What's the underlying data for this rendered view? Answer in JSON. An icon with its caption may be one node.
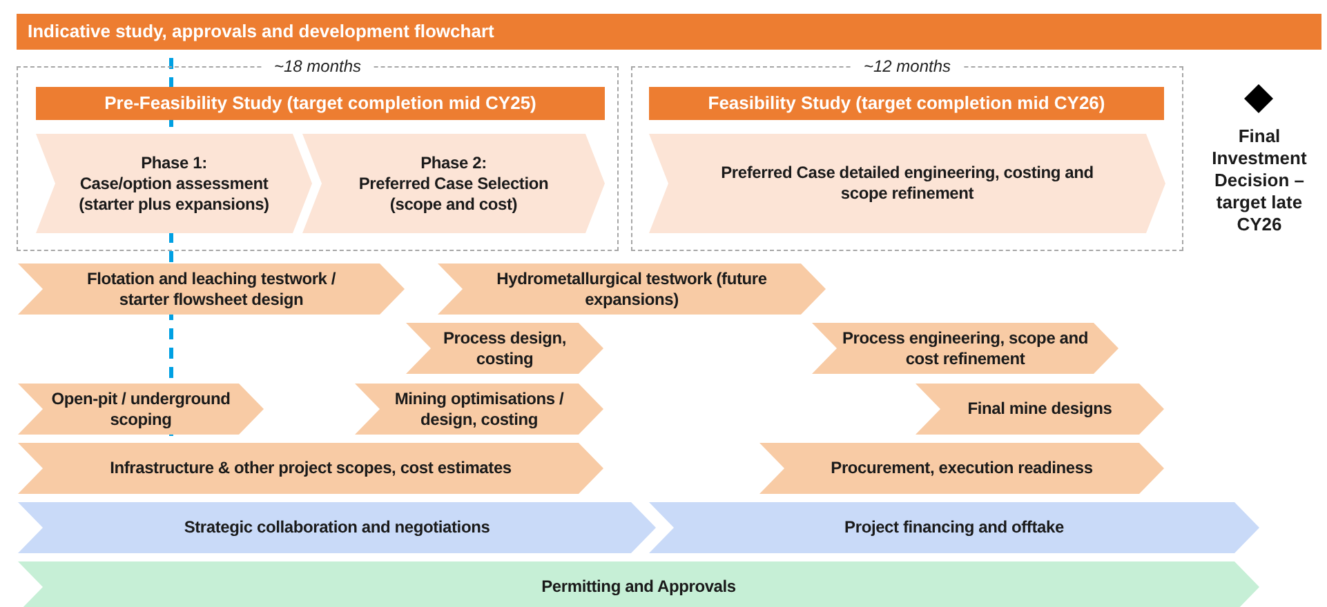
{
  "diagram": {
    "nodes": [
      {
        "text": [
          "Indicative study, approvals and development flowchart"
        ]
      },
      {
        "text": [
          "~18 months"
        ]
      },
      {
        "text": [
          "Pre-Feasibility Study (target completion mid CY25)"
        ],
        "in": 1
      },
      {
        "text": [
          "Phase 1:",
          "Case/option assessment (starter plus expansions)"
        ],
        "in": 1
      },
      {
        "text": [
          "Phase 2:",
          "Preferred Case Selection (scope and cost)"
        ],
        "in": 1
      },
      {
        "text": [
          "~12 months"
        ]
      },
      {
        "text": [
          "Feasibility Study (target completion mid CY26)"
        ],
        "in": 5
      },
      {
        "text": [
          "Preferred Case detailed engineering, costing and scope refinement"
        ],
        "in": 5
      },
      {
        "text": [],
        "shape": "diamond",
        "beside": [
          "Final Investment Decision – target late CY26"
        ]
      },
      {
        "text": [
          "Flotation and leaching testwork / starter flowsheet design"
        ]
      },
      {
        "text": [
          "Hydrometallurgical testwork (future expansions)"
        ]
      },
      {
        "text": [
          "Process design, costing"
        ]
      },
      {
        "text": [
          "Process engineering, scope and cost refinement"
        ]
      },
      {
        "text": [
          "Open-pit / underground scoping"
        ]
      },
      {
        "text": [
          "Mining optimisations / design, costing"
        ]
      },
      {
        "text": [
          "Final mine designs"
        ]
      },
      {
        "text": [
          "Infrastructure & other project scopes, cost estimates"
        ]
      },
      {
        "text": [
          "Procurement, execution readiness"
        ]
      },
      {
        "text": [
          "Strategic collaboration and negotiations"
        ]
      },
      {
        "text": [
          "Project financing and offtake"
        ]
      },
      {
        "text": [
          "Permitting and Approvals"
        ]
      }
    ]
  }
}
